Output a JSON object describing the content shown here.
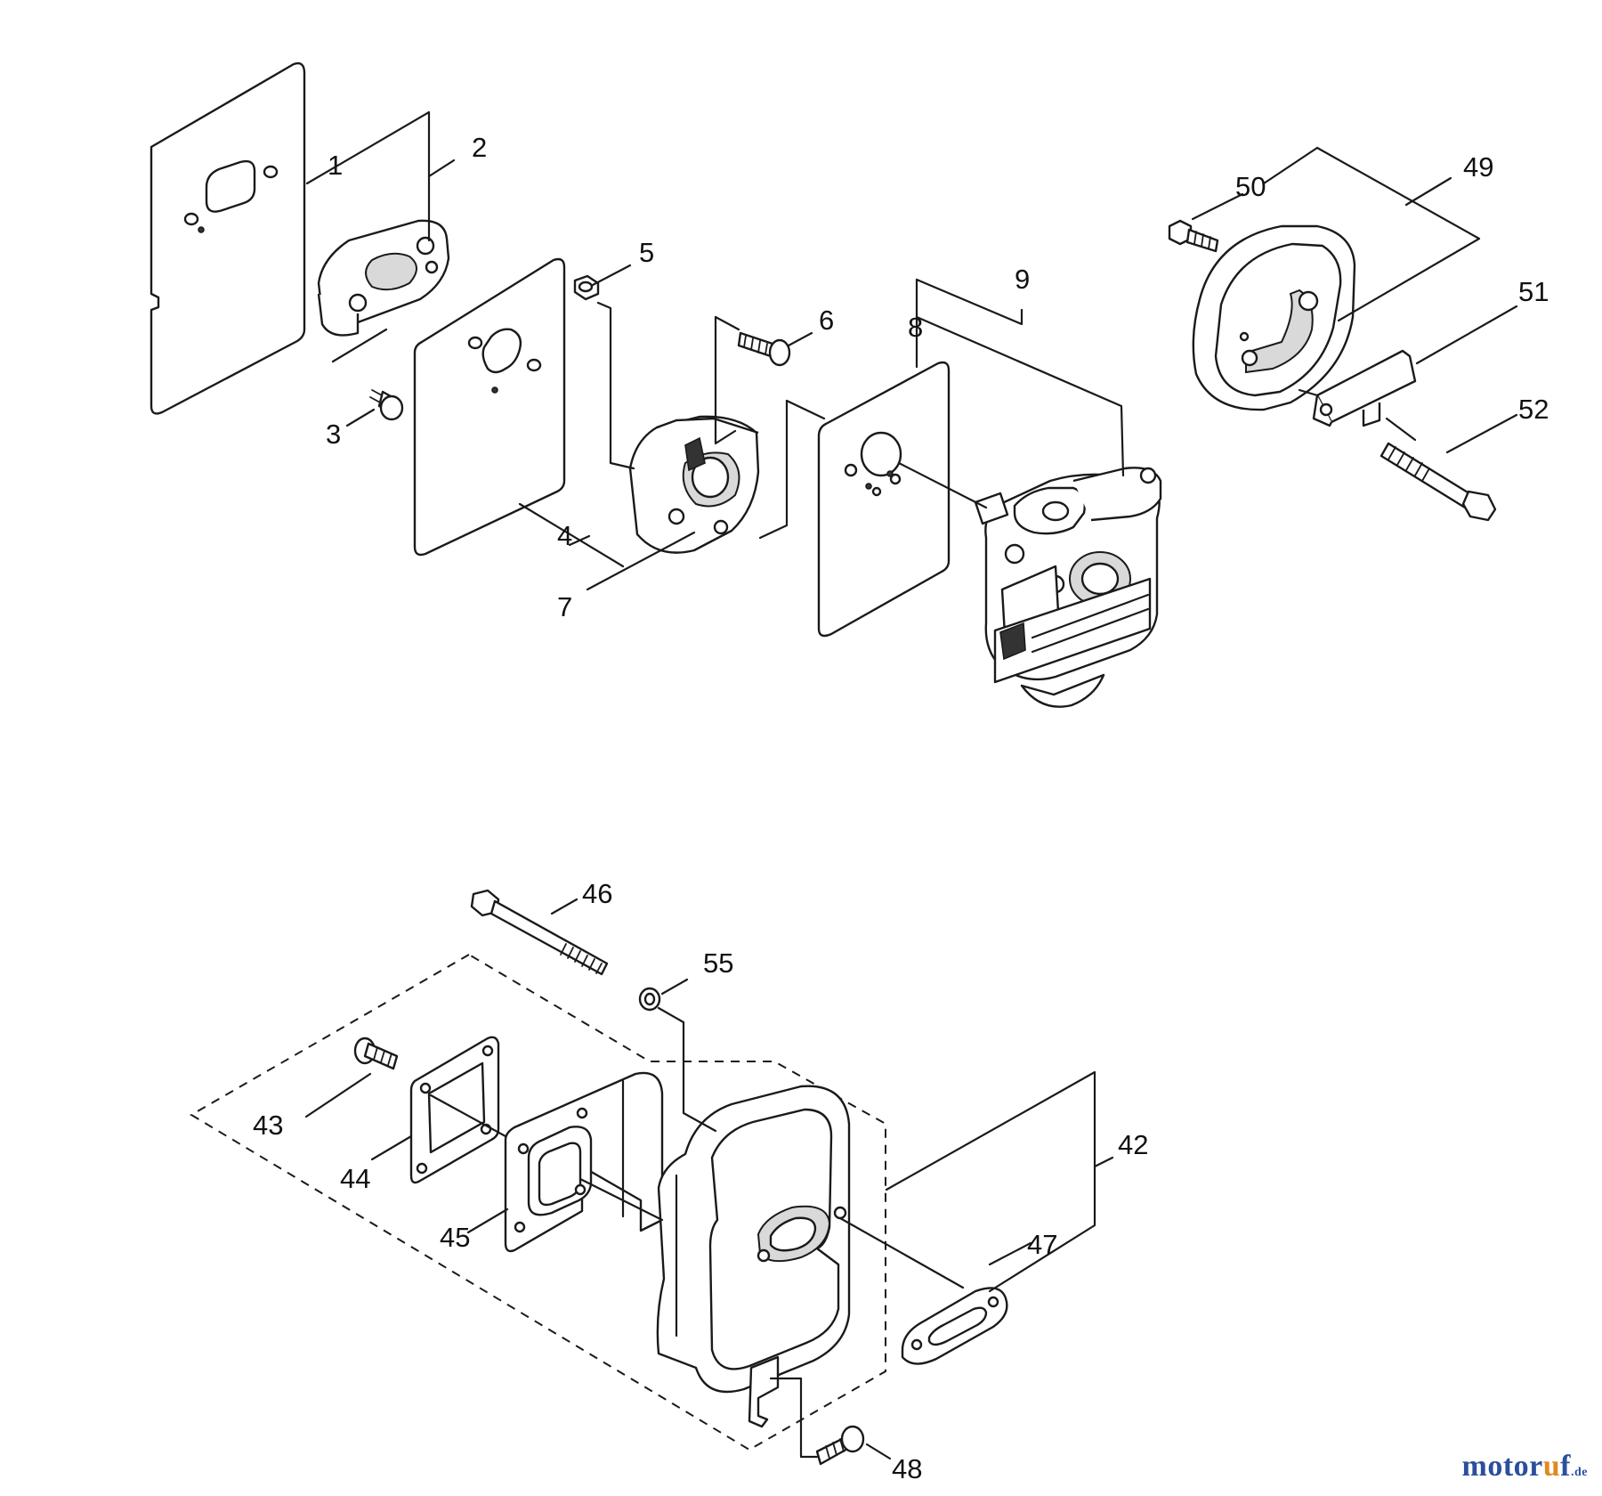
{
  "callouts": {
    "p1": "1",
    "p2": "2",
    "p3": "3",
    "p4": "4",
    "p5": "5",
    "p6": "6",
    "p7": "7",
    "p8": "8",
    "p9": "9",
    "p42": "42",
    "p43": "43",
    "p44": "44",
    "p45": "45",
    "p46": "46",
    "p47": "47",
    "p48": "48",
    "p49": "49",
    "p50": "50",
    "p51": "51",
    "p52": "52",
    "p55": "55"
  },
  "watermark": {
    "brand_a": "motor",
    "brand_b": "u",
    "brand_c": "f",
    "tld": ".de"
  },
  "colors": {
    "line": "#1a1a1a",
    "watermark_blue": "#2b4f9e",
    "watermark_orange": "#e08a1e"
  }
}
